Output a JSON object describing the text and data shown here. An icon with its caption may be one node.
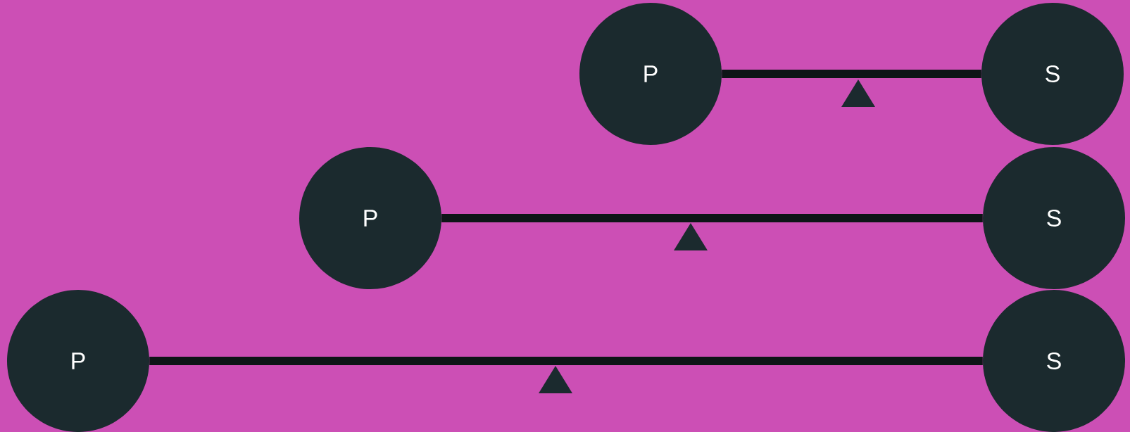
{
  "diagram": {
    "nodes": [
      {
        "text": [
          "P"
        ]
      },
      {
        "text": [
          "S"
        ]
      },
      {
        "text": [
          "P"
        ]
      },
      {
        "text": [
          "S"
        ]
      },
      {
        "text": [
          "P"
        ]
      },
      {
        "text": [
          "S"
        ]
      }
    ],
    "edges": [
      {
        "from": 0,
        "to": 1,
        "arrow": "none"
      },
      {
        "from": 2,
        "to": 3,
        "arrow": "none"
      },
      {
        "from": 4,
        "to": 5,
        "arrow": "none"
      }
    ]
  }
}
